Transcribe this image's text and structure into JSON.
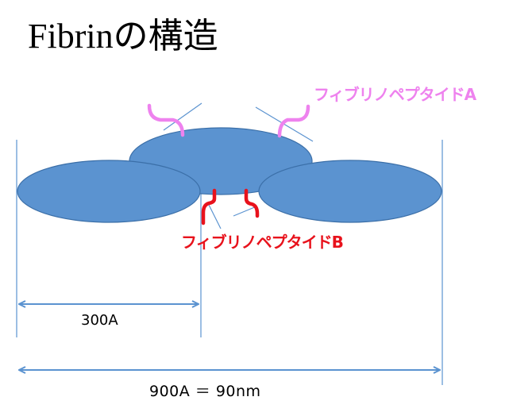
{
  "title": "Fibrinの構造",
  "labels": {
    "fibrinopeptide_a": "フィブリノペプタイドA",
    "fibrinopeptide_b": "フィブリノペプタイドB"
  },
  "dimensions": {
    "short": "300A",
    "full": "900A ＝ 90nm"
  },
  "colors": {
    "domain_fill": "#5b93d0",
    "domain_stroke": "#3b6fa8",
    "peptide_a": "#ee82ee",
    "peptide_b": "#e8121c",
    "dimension_line": "#5b93d0"
  }
}
